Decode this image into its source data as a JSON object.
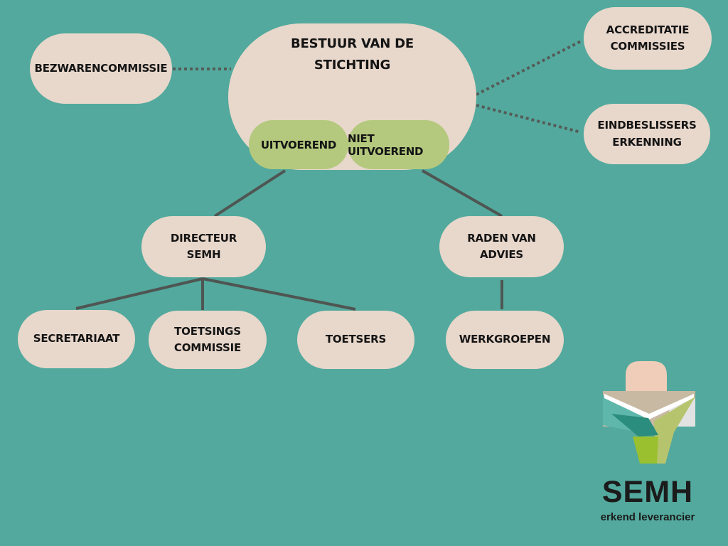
{
  "colors": {
    "background": "#53a99d",
    "node_fill": "#e8d7cb",
    "chip_fill": "#b4c97e",
    "line": "#4f5552",
    "dotted_line": "#555b58",
    "text": "#141414"
  },
  "nodes": {
    "bestuur": {
      "line1": "BESTUUR VAN DE",
      "line2": "STICHTING"
    },
    "uitvoerend": "UITVOEREND",
    "niet_uitvoerend": "NIET UITVOEREND",
    "bezwarencommissie": "BEZWARENCOMMISSIE",
    "accreditatie": {
      "line1": "ACCREDITATIE",
      "line2": "COMMISSIES"
    },
    "eindbeslissers": {
      "line1": "EINDBESLISSERS",
      "line2": "ERKENNING"
    },
    "directeur": {
      "line1": "DIRECTEUR",
      "line2": "SEMH"
    },
    "raden": {
      "line1": "RADEN VAN",
      "line2": "ADVIES"
    },
    "secretariaat": "SECRETARIAAT",
    "toetsingscommissie": {
      "line1": "TOETSINGS",
      "line2": "COMMISSIE"
    },
    "toetsers": "TOETSERS",
    "werkgroepen": "WERKGROEPEN"
  },
  "brand": {
    "title": "SEMH",
    "subtitle": "erkend leverancier",
    "logo_icon": "star-cross-logo-icon"
  }
}
